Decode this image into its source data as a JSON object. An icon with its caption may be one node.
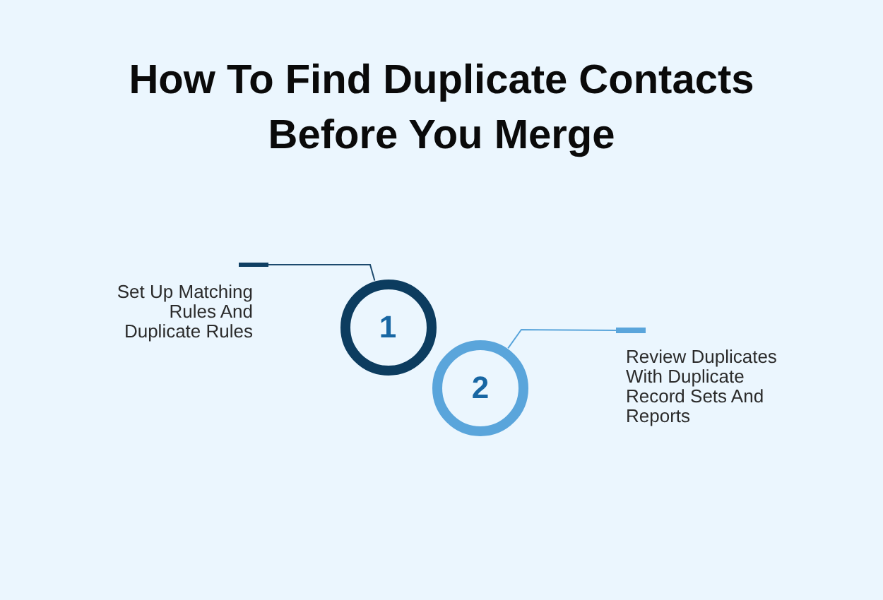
{
  "diagram": {
    "title": "How To Find Duplicate Contacts Before You Merge",
    "nodes": [
      {
        "text": [
          "Set Up Matching Rules And Duplicate Rules"
        ]
      },
      {
        "text": [
          "1"
        ]
      },
      {
        "text": [
          "2"
        ]
      },
      {
        "text": [
          "Review Duplicates With Duplicate Record Sets And Reports"
        ]
      }
    ],
    "edges": [
      {
        "from": 0,
        "to": 1,
        "arrow": "none",
        "color": "#1d4a6e"
      },
      {
        "from": 3,
        "to": 2,
        "arrow": "none",
        "color": "#5aa5db"
      }
    ]
  }
}
